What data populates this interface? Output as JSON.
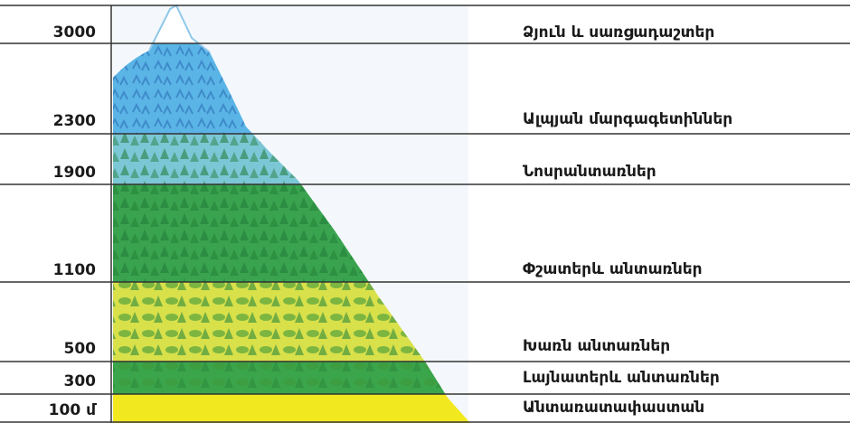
{
  "elevations": [
    "3000",
    "2300",
    "1900",
    "1100",
    "500",
    "300",
    "100 մ"
  ],
  "zones": [
    "Ձյուն և սառցադաշտեր",
    "Ալպյան մարգագետիններ",
    "Նոսրանտառներ",
    "Փշատերև անտառներ",
    "Խառն անտառներ",
    "Լայնատերև անտառներ",
    "Անտառատափաստան"
  ],
  "colors": {
    "snow_line": "#8fc8ea",
    "alpine": "#5ab5e6",
    "sparse_forest": "#7cc7d6",
    "coniferous": "#39a34f",
    "mixed": "#d8e04a",
    "broadleaf": "#3aa54a",
    "steppe": "#f1e820",
    "sky": "#f4f8fc",
    "lines": "#333333"
  }
}
